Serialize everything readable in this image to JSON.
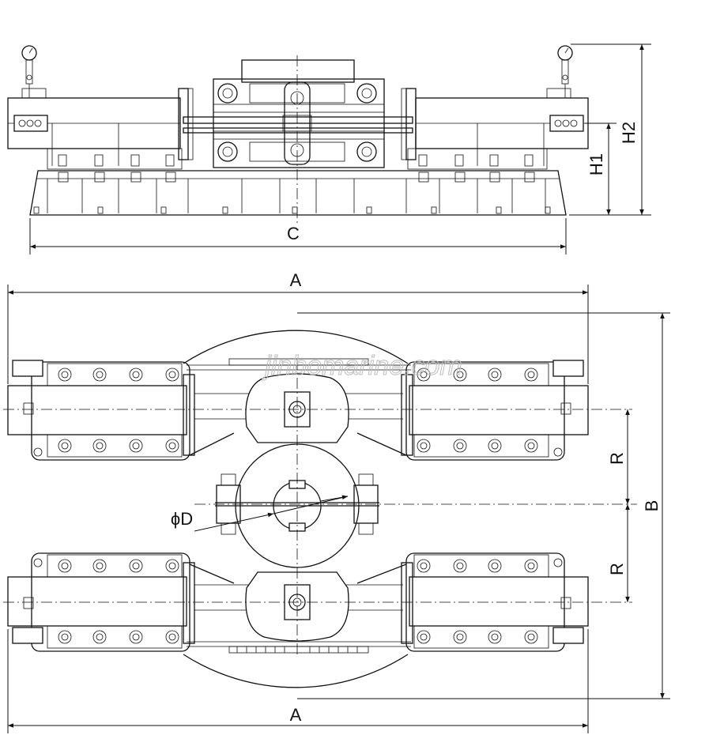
{
  "watermark": "jinbomarine.com",
  "dimension_labels": {
    "side_view": {
      "c": "C",
      "h1": "H1",
      "h2": "H2"
    },
    "plan_view": {
      "a_top": "A",
      "a_bottom": "A",
      "b": "B",
      "r_upper": "R",
      "r_lower": "R",
      "d": "ϕD"
    }
  },
  "colors": {
    "line": "#111111",
    "watermark": "#bdbdbd",
    "background": "#ffffff"
  }
}
